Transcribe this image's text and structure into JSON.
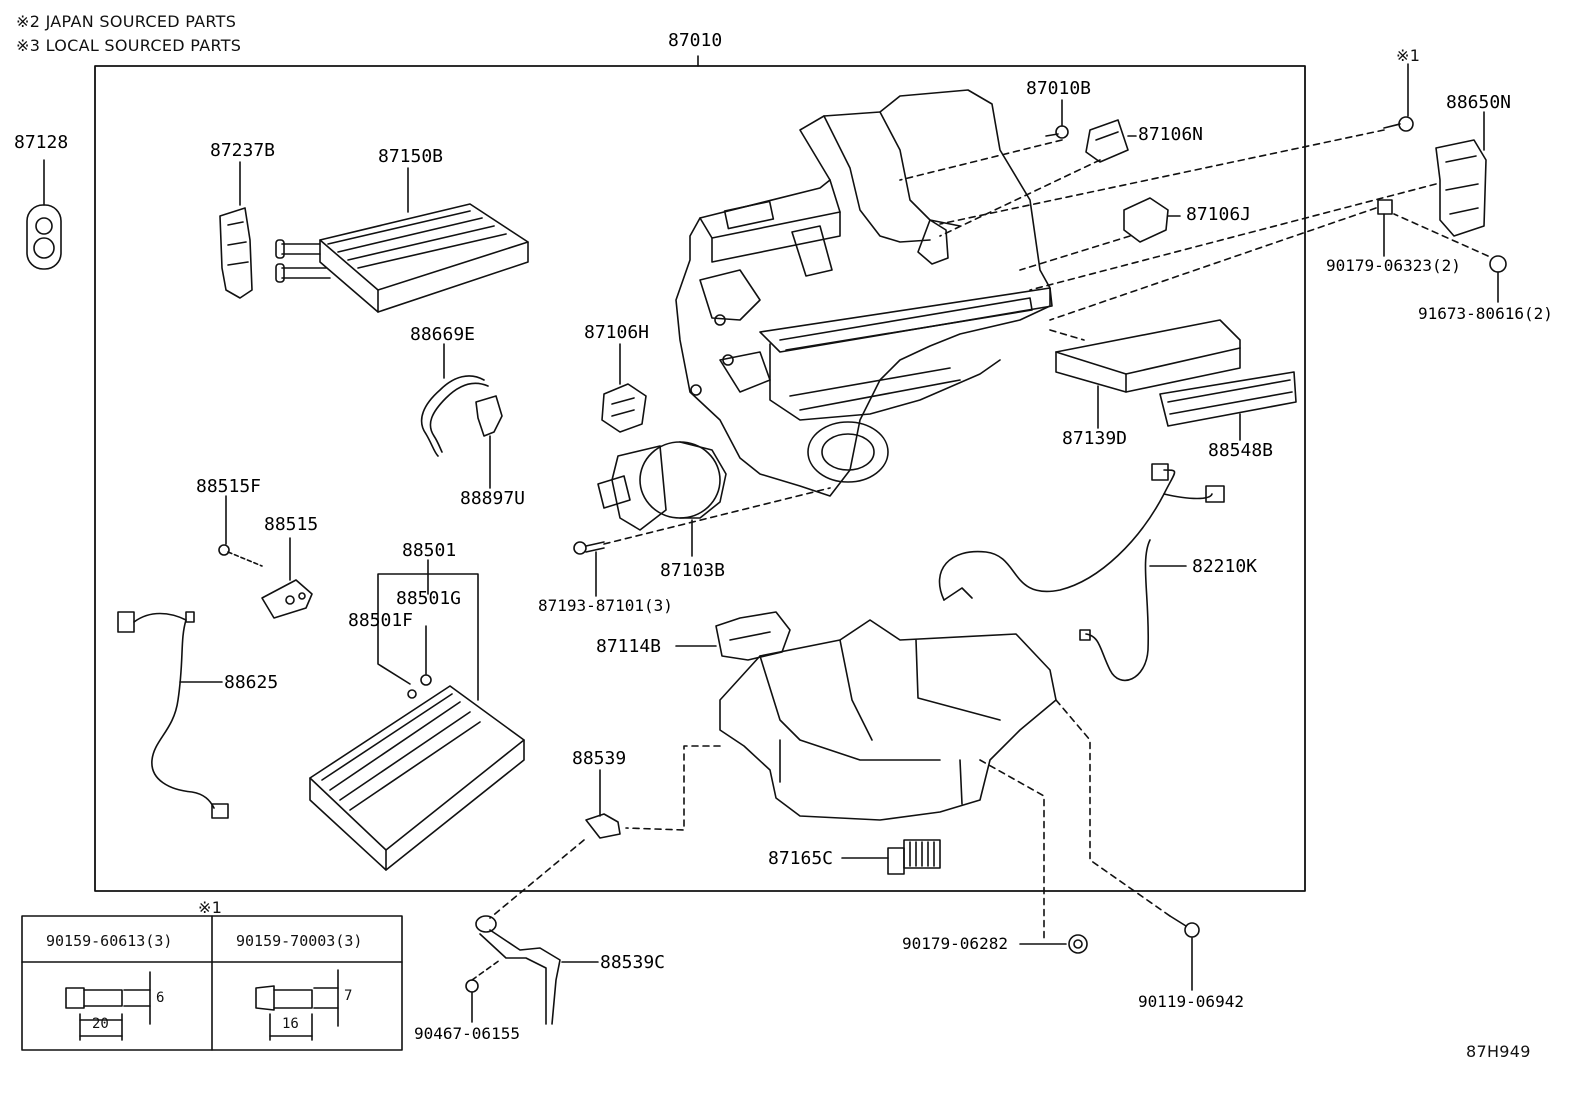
{
  "notes": {
    "line1": "※2 JAPAN SOURCED PARTS",
    "line2": "※3 LOCAL SOURCED PARTS"
  },
  "diagram_ref": "87H949",
  "main_assembly": "87010",
  "parts": {
    "p87128": "87128",
    "p87237B": "87237B",
    "p87150B": "87150B",
    "p88669E": "88669E",
    "p88897U": "88897U",
    "p87106H": "87106H",
    "p88515F": "88515F",
    "p88515": "88515",
    "p88501": "88501",
    "p88501G": "88501G",
    "p88501F": "88501F",
    "p88625": "88625",
    "p87010B": "87010B",
    "p87106N": "87106N",
    "p87106J": "87106J",
    "p87139D": "87139D",
    "p88548B": "88548B",
    "p87103B": "87103B",
    "p87193": "87193-87101(3)",
    "p82210K": "82210K",
    "p87114B": "87114B",
    "p88539": "88539",
    "p88539C": "88539C",
    "p87165C": "87165C",
    "p90467": "90467-06155",
    "p90179_06282": "90179-06282",
    "p90119": "90119-06942",
    "p88650N": "88650N",
    "p90179_06323": "90179-06323(2)",
    "p91673": "91673-80616(2)",
    "mark_top_right": "※1",
    "mark_table": "※1"
  },
  "bolt_table": {
    "col1_part": "90159-60613(3)",
    "col2_part": "90159-70003(3)",
    "col1_len": "20",
    "col1_dia": "6",
    "col2_len": "16",
    "col2_dia": "7"
  }
}
